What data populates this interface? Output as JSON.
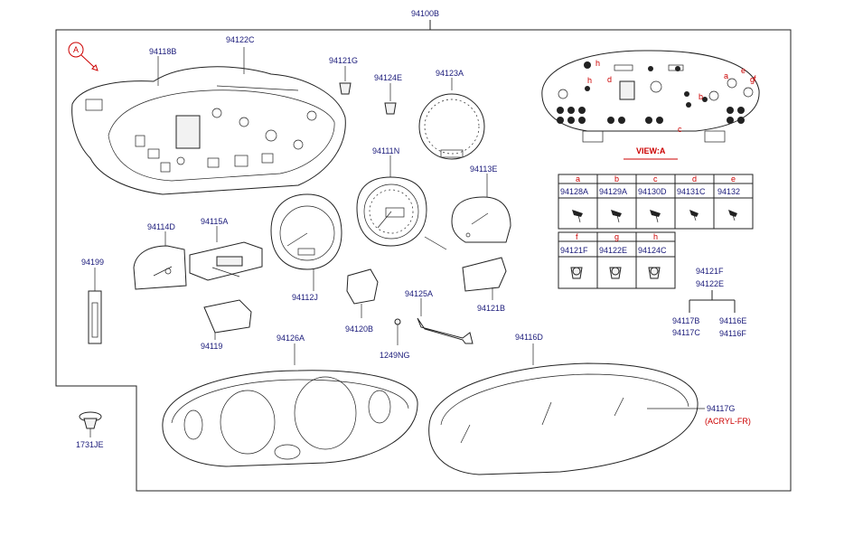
{
  "diagram": {
    "assembly_label": "94100B",
    "callout_letter": "A",
    "view_label": "VIEW:A",
    "parts": {
      "p94118B": "94118B",
      "p94122C": "94122C",
      "p94121G": "94121G",
      "p94124E": "94124E",
      "p94123A": "94123A",
      "p94111N": "94111N",
      "p94113E": "94113E",
      "p94114D": "94114D",
      "p94115A": "94115A",
      "p94199": "94199",
      "p94112J": "94112J",
      "p94120B": "94120B",
      "p94125A": "94125A",
      "p94121B": "94121B",
      "p94119": "94119",
      "p94126A": "94126A",
      "p1249NG": "1249NG",
      "p94116D": "94116D",
      "p94117G": "94117G",
      "acryl": "(ACRYL-FR)",
      "p1731JE": "1731JE",
      "p94121F": "94121F",
      "p94122E": "94122E",
      "p94117B": "94117B",
      "p94117C": "94117C",
      "p94116E": "94116E",
      "p94116F": "94116F"
    },
    "bulb_table": {
      "row1": [
        {
          "letter": "a",
          "part": "94128A"
        },
        {
          "letter": "b",
          "part": "94129A"
        },
        {
          "letter": "c",
          "part": "94130D"
        },
        {
          "letter": "d",
          "part": "94131C"
        },
        {
          "letter": "e",
          "part": "94132"
        }
      ],
      "row2": [
        {
          "letter": "f",
          "part": "94121F"
        },
        {
          "letter": "g",
          "part": "94122E"
        },
        {
          "letter": "h",
          "part": "94124C"
        }
      ]
    },
    "view_markers": [
      "h",
      "h",
      "d",
      "a",
      "e",
      "g",
      "b",
      "c",
      "f"
    ],
    "colors": {
      "label": "#1a1a7a",
      "accent": "#cc0000",
      "line": "#222222"
    }
  }
}
